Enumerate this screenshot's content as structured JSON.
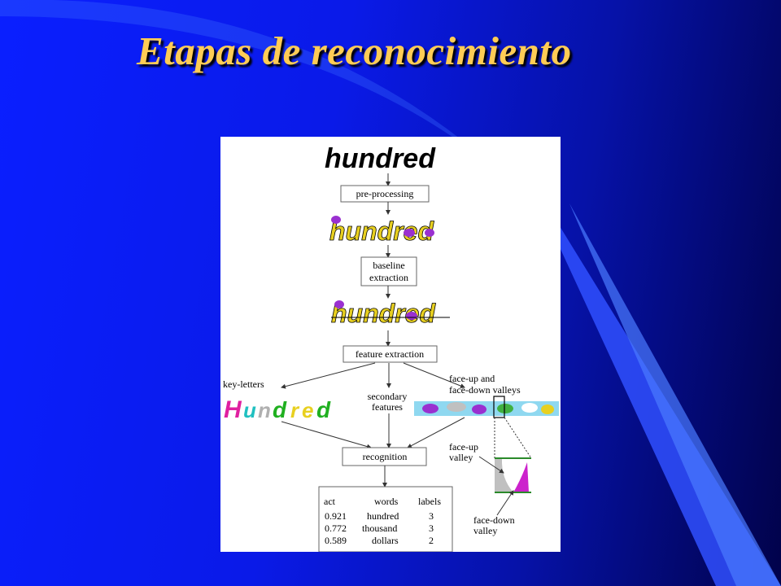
{
  "slide": {
    "title": "Etapas de reconocimiento"
  },
  "diagram": {
    "input_word": "hundred",
    "steps": {
      "preprocessing": "pre-processing",
      "baseline_1": "baseline",
      "baseline_2": "extraction",
      "feature_extraction": "feature extraction",
      "recognition": "recognition"
    },
    "branches": {
      "key_letters": "key-letters",
      "secondary_1": "secondary",
      "secondary_2": "features",
      "valleys_1": "face-up and",
      "valleys_2": "face-down valleys"
    },
    "zoom": {
      "face_up_1": "face-up",
      "face_up_2": "valley",
      "face_down_1": "face-down",
      "face_down_2": "valley"
    },
    "results": {
      "headers": [
        "act",
        "words",
        "labels"
      ],
      "rows": [
        {
          "act": "0.921",
          "word": "hundred",
          "label": "3"
        },
        {
          "act": "0.772",
          "word": "thousand",
          "label": "3"
        },
        {
          "act": "0.589",
          "word": "dollars",
          "label": "2"
        }
      ]
    },
    "colors": {
      "title": "#ffcc55",
      "ink_yellow": "#e8d020",
      "ink_purple": "#9a30d0",
      "valley_magenta": "#cc22cc",
      "bg_blue": "#0a1fff"
    }
  }
}
